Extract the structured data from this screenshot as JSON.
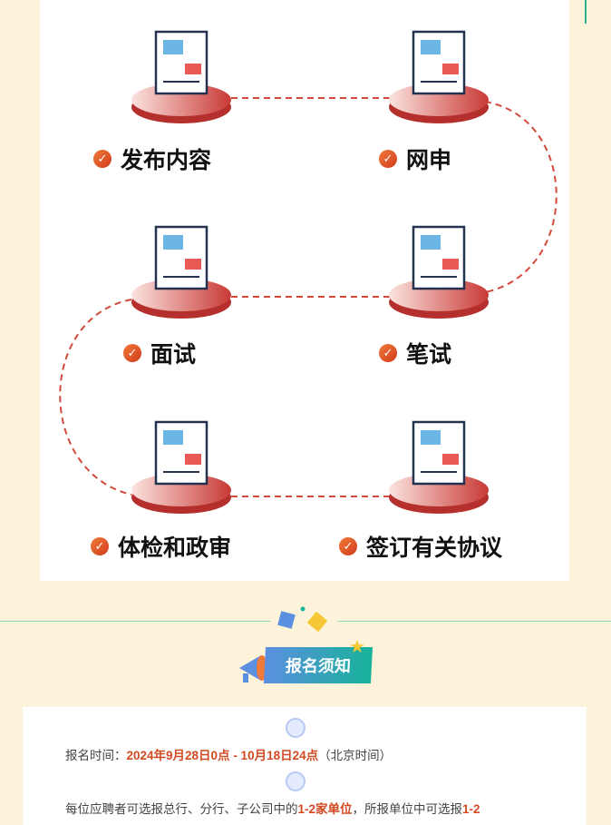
{
  "steps": [
    {
      "label": "发布内容",
      "icon": "buildings-icon"
    },
    {
      "label": "网申",
      "icon": "online-application-icon"
    },
    {
      "label": "面试",
      "icon": "interview-magnifier-icon"
    },
    {
      "label": "笔试",
      "icon": "job-document-icon"
    },
    {
      "label": "体检和政审",
      "icon": "clipboard-check-icon"
    },
    {
      "label": "签订有关协议",
      "icon": "sign-contract-icon"
    }
  ],
  "section_title": "报名须知",
  "notice": {
    "time_label": "报名时间：",
    "time_value": "2024年9月28日0点 - 10月18日24点",
    "time_note": "（北京时间）",
    "rule_prefix": "每位应聘者可选报总行、分行、子公司中的",
    "rule_hl1": "1-2家单位",
    "rule_mid": "，所报单位中可选报",
    "rule_hl2": "1-2"
  },
  "colors": {
    "accent": "#d24a22",
    "teal": "#17b39a",
    "bg": "#fdf3da"
  }
}
